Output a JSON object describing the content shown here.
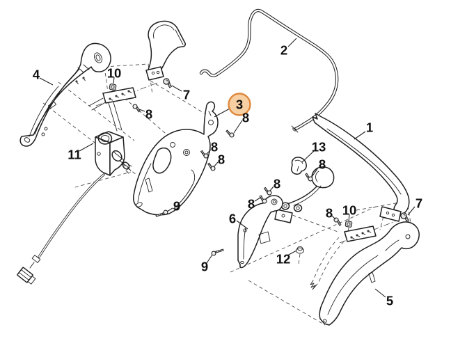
{
  "figure": {
    "background": "#ffffff",
    "line_color": "#1f1f1f",
    "highlight_fill": "#f6cfa3",
    "highlight_stroke": "#e0883c",
    "highlighted_callout": "3"
  },
  "callouts": [
    {
      "text": "4"
    },
    {
      "text": "10"
    },
    {
      "text": "7"
    },
    {
      "text": "8"
    },
    {
      "text": "11"
    },
    {
      "text": "3",
      "highlighted": true
    },
    {
      "text": "8"
    },
    {
      "text": "8"
    },
    {
      "text": "8"
    },
    {
      "text": "9"
    },
    {
      "text": "9"
    },
    {
      "text": "2"
    },
    {
      "text": "1"
    },
    {
      "text": "13"
    },
    {
      "text": "8"
    },
    {
      "text": "8"
    },
    {
      "text": "8"
    },
    {
      "text": "6"
    },
    {
      "text": "8"
    },
    {
      "text": "10"
    },
    {
      "text": "12"
    },
    {
      "text": "7"
    },
    {
      "text": "5"
    }
  ]
}
